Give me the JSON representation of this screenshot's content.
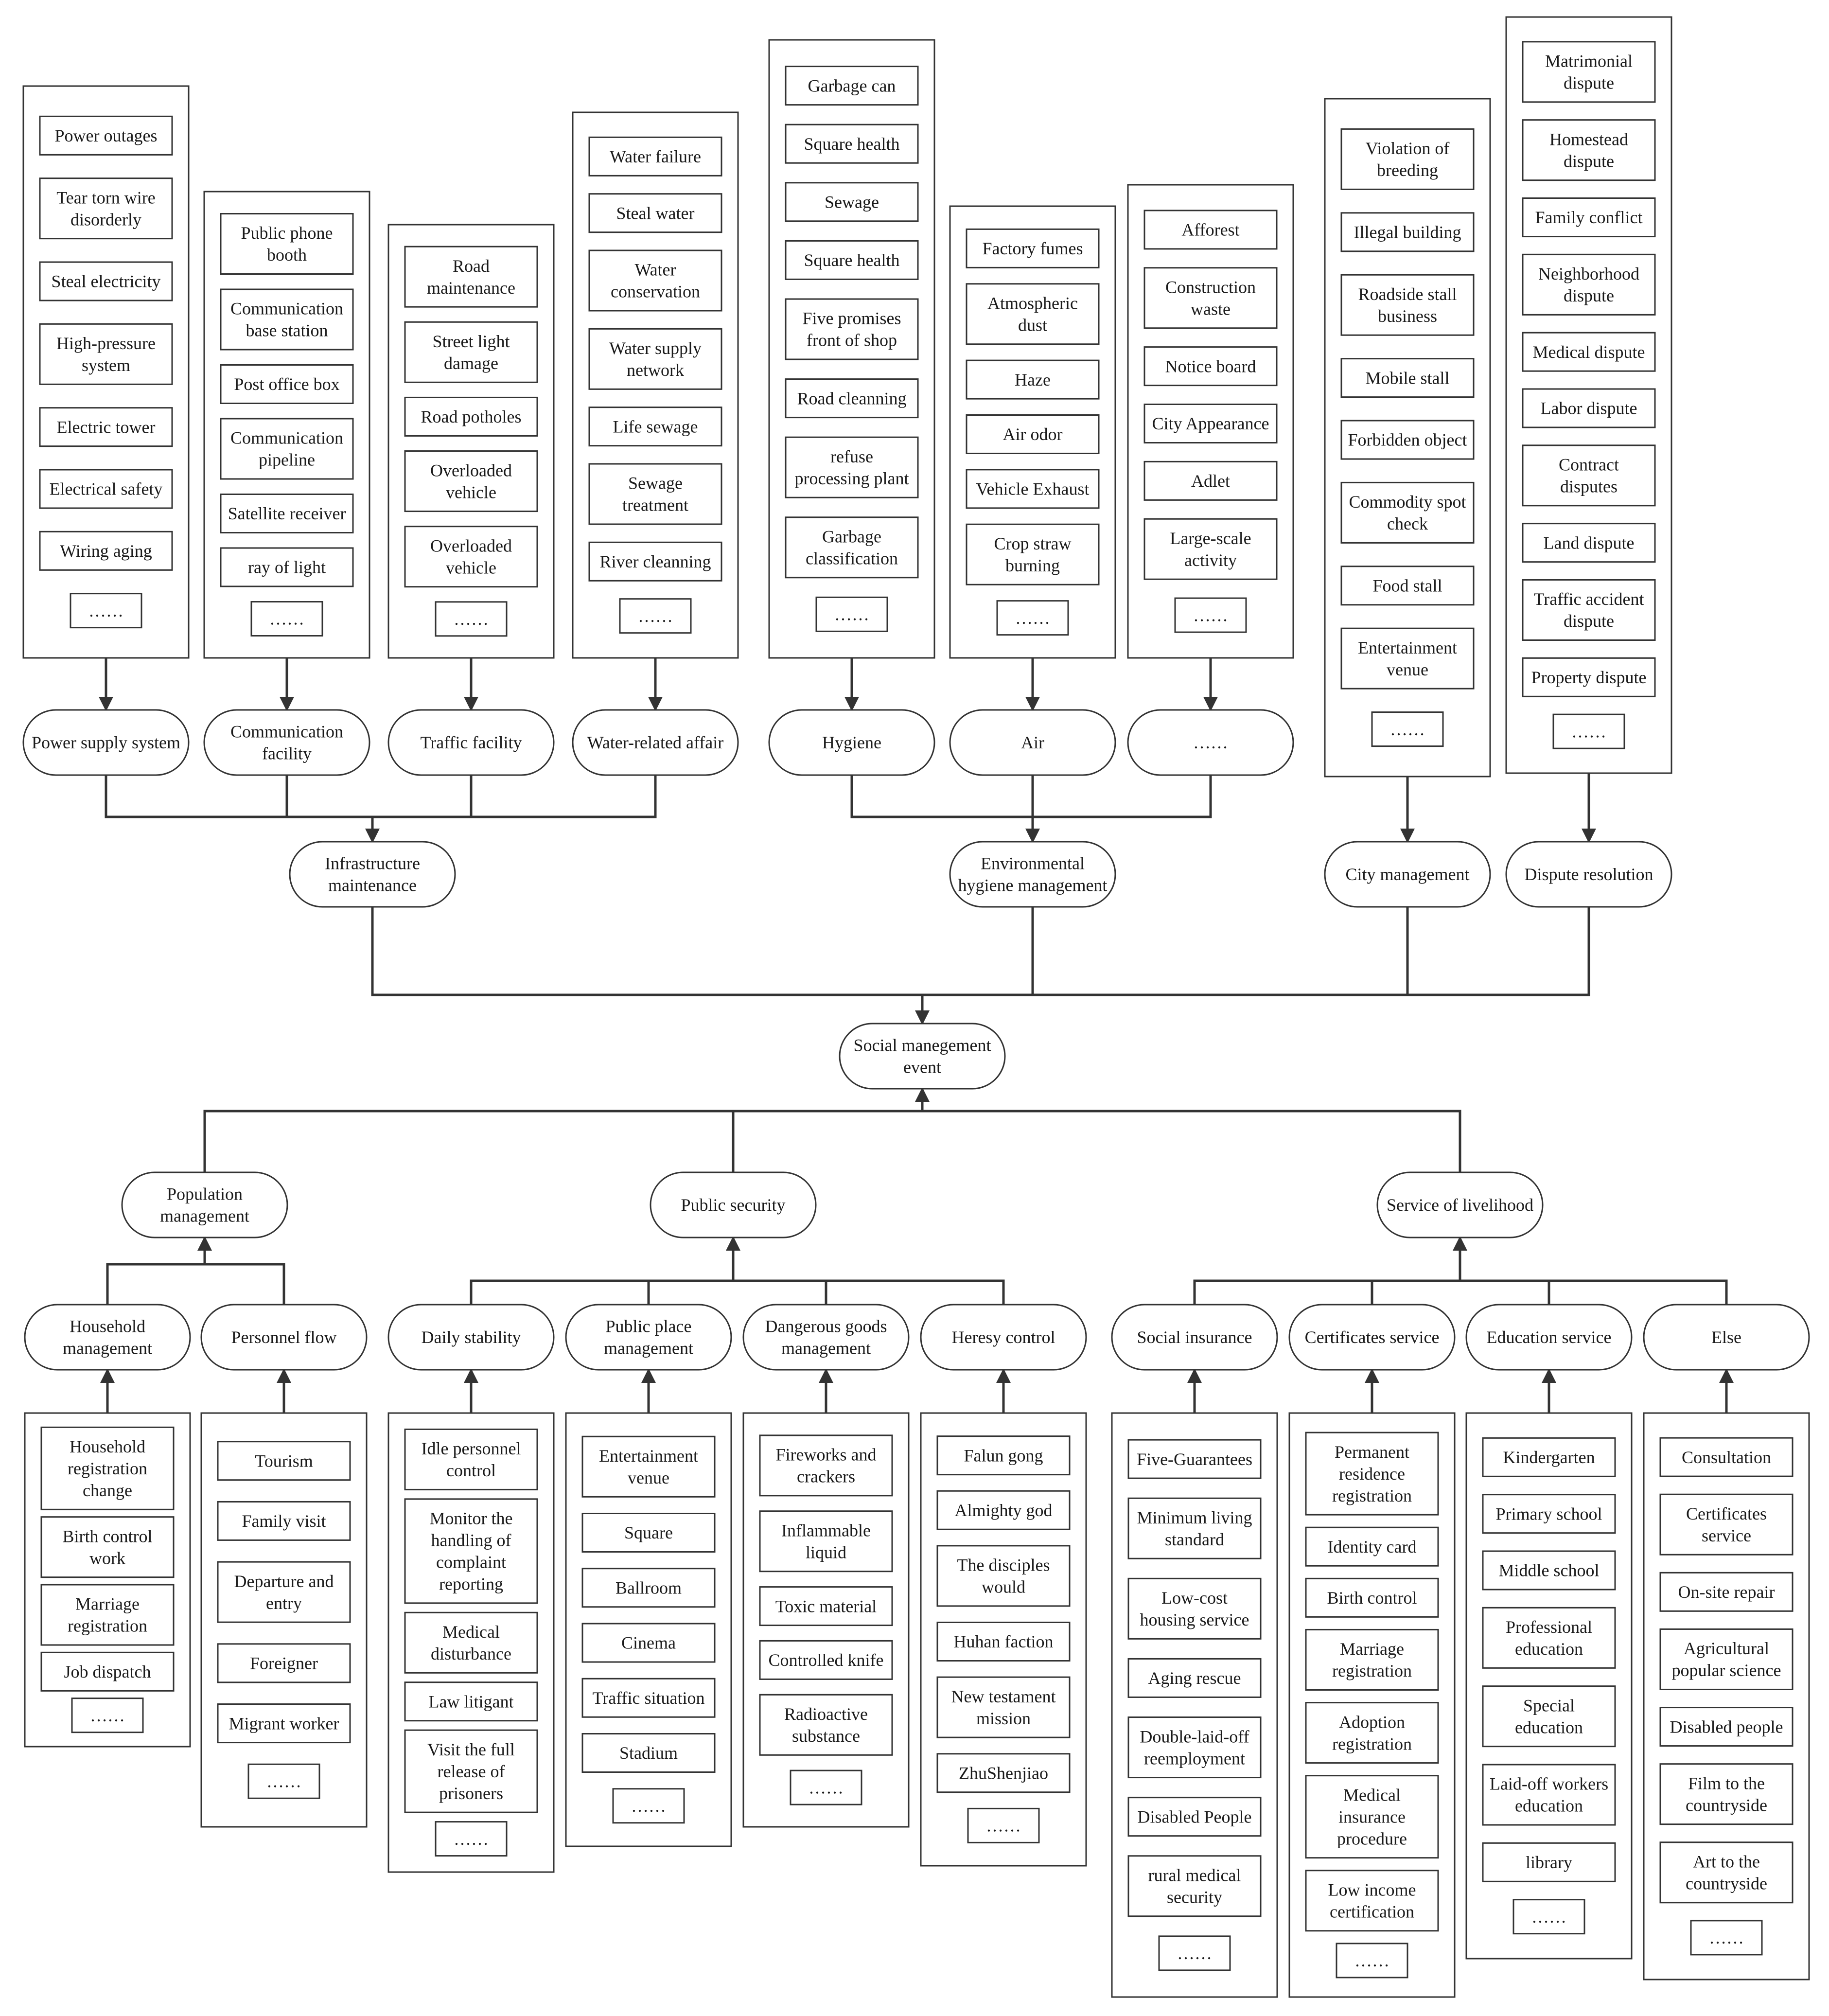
{
  "root": {
    "label": "Social manegement event"
  },
  "upper_groups": [
    {
      "label": "Infrastructure maintenance",
      "categories": [
        {
          "label": "Power supply system",
          "items": [
            "Power outages",
            "Tear torn wire disorderly",
            "Steal electricity",
            "High-pressure system",
            "Electric tower",
            "Electrical safety",
            "Wiring aging",
            "……"
          ]
        },
        {
          "label": "Communication facility",
          "items": [
            "Public phone booth",
            "Communication base station",
            "Post office box",
            "Communication pipeline",
            "Satellite receiver",
            "ray of light",
            "……"
          ]
        },
        {
          "label": "Traffic facility",
          "items": [
            "Road maintenance",
            "Street light damage",
            "Road potholes",
            "Overloaded vehicle",
            "Overloaded vehicle",
            "……"
          ]
        },
        {
          "label": "Water-related affair",
          "items": [
            "Water failure",
            "Steal water",
            "Water conservation",
            "Water supply network",
            "Life sewage",
            "Sewage treatment",
            "River cleanning",
            "……"
          ]
        }
      ]
    },
    {
      "label": "Environmental hygiene management",
      "categories": [
        {
          "label": "Hygiene",
          "items": [
            "Garbage can",
            "Square health",
            "Sewage",
            "Square health",
            "Five promises front of shop",
            "Road cleanning",
            "refuse processing plant",
            "Garbage classification",
            "……"
          ]
        },
        {
          "label": "Air",
          "items": [
            "Factory fumes",
            "Atmospheric dust",
            "Haze",
            "Air odor",
            "Vehicle Exhaust",
            "Crop straw burning",
            "……"
          ]
        },
        {
          "label": "……",
          "items": [
            "Afforest",
            "Construction waste",
            "Notice board",
            "City Appearance",
            "Adlet",
            "Large-scale activity",
            "……"
          ]
        }
      ]
    },
    {
      "label": "City management",
      "categories": [],
      "items": [
        "Violation of breeding",
        "Illegal building",
        "Roadside stall business",
        "Mobile stall",
        "Forbidden object",
        "Commodity spot check",
        "Food stall",
        "Entertainment venue",
        "……"
      ]
    },
    {
      "label": "Dispute resolution",
      "categories": [],
      "items": [
        "Matrimonial dispute",
        "Homestead dispute",
        "Family conflict",
        "Neighborhood dispute",
        "Medical dispute",
        "Labor dispute",
        "Contract disputes",
        "Land dispute",
        "Traffic accident dispute",
        "Property dispute",
        "……"
      ]
    }
  ],
  "lower_groups": [
    {
      "label": "Population management",
      "categories": [
        {
          "label": "Household management",
          "items": [
            "Household registration change",
            "Birth control work",
            "Marriage registration",
            "Job dispatch",
            "……"
          ]
        },
        {
          "label": "Personnel flow",
          "items": [
            "Tourism",
            "Family visit",
            "Departure and entry",
            "Foreigner",
            "Migrant worker",
            "……"
          ]
        }
      ]
    },
    {
      "label": "Public security",
      "categories": [
        {
          "label": "Daily stability",
          "items": [
            "Idle personnel control",
            "Monitor the handling of complaint reporting",
            "Medical disturbance",
            "Law litigant",
            "Visit the full release of prisoners",
            "……"
          ]
        },
        {
          "label": "Public place management",
          "items": [
            "Entertainment venue",
            "Square",
            "Ballroom",
            "Cinema",
            "Traffic situation",
            "Stadium",
            "……"
          ]
        },
        {
          "label": "Dangerous goods management",
          "items": [
            "Fireworks and crackers",
            "Inflammable liquid",
            "Toxic material",
            "Controlled knife",
            "Radioactive substance",
            "……"
          ]
        },
        {
          "label": "Heresy control",
          "items": [
            "Falun gong",
            "Almighty god",
            "The disciples would",
            "Huhan faction",
            "New testament mission",
            "ZhuShenjiao",
            "……"
          ]
        }
      ]
    },
    {
      "label": "Service of livelihood",
      "categories": [
        {
          "label": "Social insurance",
          "items": [
            "Five-Guarantees",
            "Minimum living standard",
            "Low-cost housing service",
            "Aging rescue",
            "Double-laid-off reemployment",
            "Disabled People",
            "rural medical security",
            "……"
          ]
        },
        {
          "label": "Certificates service",
          "items": [
            "Permanent residence registration",
            "Identity card",
            "Birth control",
            "Marriage registration",
            "Adoption registration",
            "Medical insurance procedure",
            "Low income certification",
            "……"
          ]
        },
        {
          "label": "Education service",
          "items": [
            "Kindergarten",
            "Primary school",
            "Middle school",
            "Professional education",
            "Special education",
            "Laid-off workers education",
            "library",
            "……"
          ]
        },
        {
          "label": "Else",
          "items": [
            "Consultation",
            "Certificates service",
            "On-site repair",
            "Agricultural popular science",
            "Disabled people",
            "Film to the countryside",
            "Art to the countryside",
            "……"
          ]
        }
      ]
    }
  ]
}
